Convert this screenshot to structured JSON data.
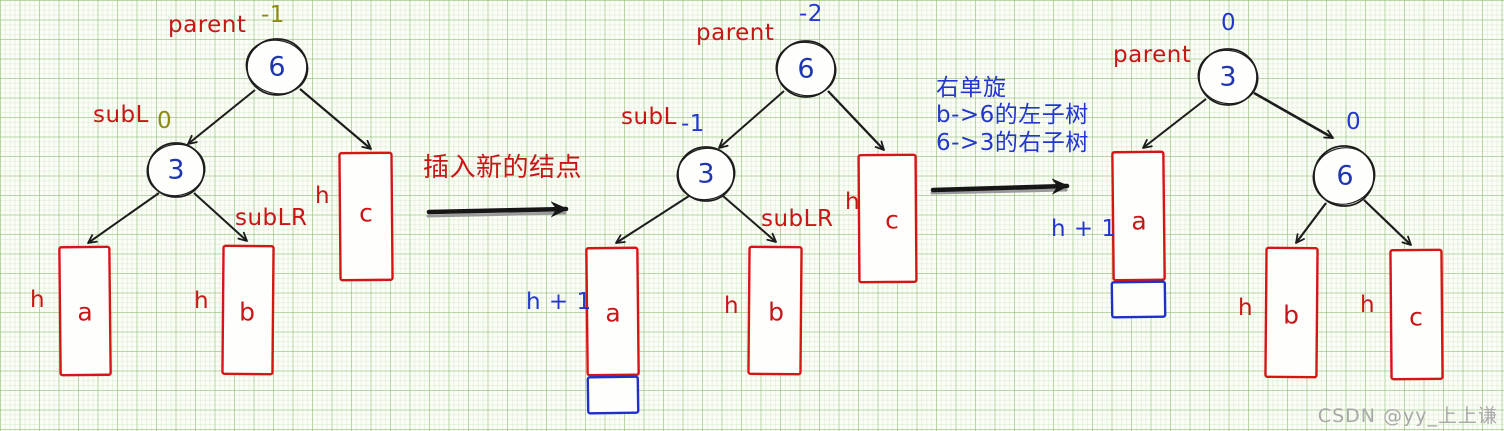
{
  "colors": {
    "red": "#c81616",
    "blue": "#2337cf",
    "olive": "#8c8a10",
    "ink": "#1c1c1c",
    "node_digit": "#1f36ae",
    "watermark_gray": "#a8a8a8"
  },
  "tree_before": {
    "parent_label": "parent",
    "root_bf": "-1",
    "root_value": "6",
    "subL_label": "subL",
    "subL_bf": "0",
    "subL_value": "3",
    "subLR_label": "subLR",
    "a_label": "a",
    "b_label": "b",
    "c_label": "c",
    "a_height": "h",
    "b_height": "h",
    "c_height": "h"
  },
  "step_insert": {
    "caption": "插入新的结点"
  },
  "tree_after_insert": {
    "parent_label": "parent",
    "root_bf": "-2",
    "root_value": "6",
    "subL_label": "subL",
    "subL_bf": "-1",
    "subL_value": "3",
    "subLR_label": "subLR",
    "a_label": "a",
    "b_label": "b",
    "c_label": "c",
    "a_height": "h + 1",
    "b_height": "h",
    "c_height": "h"
  },
  "step_rotate": {
    "caption_line1": "右单旋",
    "caption_line2": "b->6的左子树",
    "caption_line3": "6->3的右子树"
  },
  "tree_after_rotate": {
    "parent_label": "parent",
    "root_bf": "0",
    "root_value": "3",
    "right_bf": "0",
    "right_value": "6",
    "a_label": "a",
    "b_label": "b",
    "c_label": "c",
    "a_height": "h + 1",
    "b_height": "h",
    "c_height": "h"
  },
  "watermark": "CSDN @yy_上上谦"
}
